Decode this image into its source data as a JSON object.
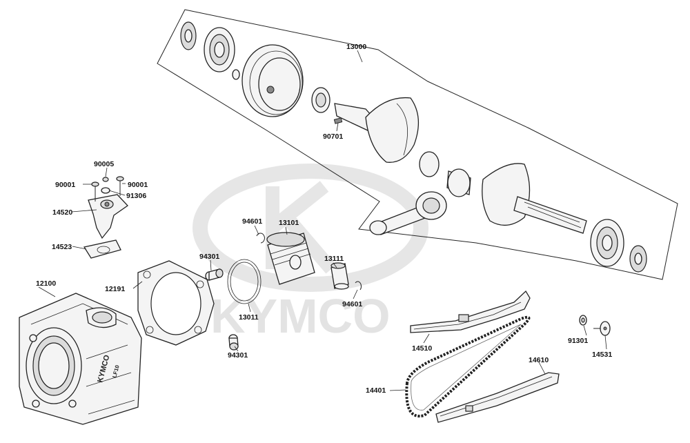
{
  "watermark": {
    "text": "KYMCO"
  },
  "callouts": [
    {
      "id": "13000",
      "text": "13000"
    },
    {
      "id": "90701",
      "text": "90701"
    },
    {
      "id": "90005",
      "text": "90005"
    },
    {
      "id": "90001-left",
      "text": "90001"
    },
    {
      "id": "90001-right",
      "text": "90001"
    },
    {
      "id": "91306",
      "text": "91306"
    },
    {
      "id": "14520",
      "text": "14520"
    },
    {
      "id": "14523",
      "text": "14523"
    },
    {
      "id": "94601-top",
      "text": "94601"
    },
    {
      "id": "13101",
      "text": "13101"
    },
    {
      "id": "94301-top",
      "text": "94301"
    },
    {
      "id": "13111",
      "text": "13111"
    },
    {
      "id": "12100",
      "text": "12100"
    },
    {
      "id": "12191",
      "text": "12191"
    },
    {
      "id": "94601-bottom",
      "text": "94601"
    },
    {
      "id": "13011",
      "text": "13011"
    },
    {
      "id": "94301-bottom",
      "text": "94301"
    },
    {
      "id": "14510",
      "text": "14510"
    },
    {
      "id": "91301",
      "text": "91301"
    },
    {
      "id": "14531",
      "text": "14531"
    },
    {
      "id": "14610",
      "text": "14610"
    },
    {
      "id": "14401",
      "text": "14401"
    }
  ],
  "cylinder_marking": {
    "brand": "KYMCO",
    "model": "LF10"
  }
}
